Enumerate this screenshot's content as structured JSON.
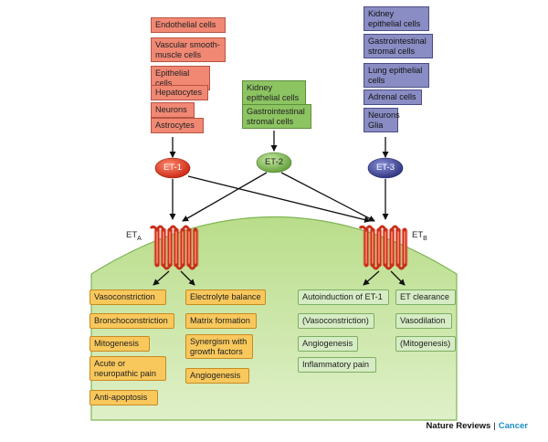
{
  "left_sources": [
    "Endothelial cells",
    "Vascular smooth-muscle cells",
    "Epithelial cells",
    "Hepatocytes",
    "Neurons",
    "Astrocytes"
  ],
  "middle_sources": [
    "Kidney epithelial cells",
    "Gastrointestinal stromal cells"
  ],
  "right_sources": [
    "Kidney epithelial cells",
    "Gastrointestinal stromal cells",
    "Lung epithelial cells",
    "Adrenal cells",
    "Neurons Glia"
  ],
  "ligands": {
    "et1": "ET-1",
    "et2": "ET-2",
    "et3": "ET-3"
  },
  "receptors": {
    "a_base": "ET",
    "a_sub": "A",
    "b_base": "ET",
    "b_sub": "B"
  },
  "eta_effects_col1": [
    "Vasoconstriction",
    "Bronchoconstriction",
    "Mitogenesis",
    "Acute or neuropathic pain",
    "Anti-apoptosis"
  ],
  "eta_effects_col2": [
    "Electrolyte balance",
    "Matrix formation",
    "Synergism with growth factors",
    "Angiogenesis"
  ],
  "etb_effects_col1": [
    "Autoinduction of ET-1",
    "(Vasoconstriction)",
    "Angiogenesis",
    "Inflammatory pain"
  ],
  "etb_effects_col2": [
    "ET clearance",
    "Vasodilation",
    "(Mitogenesis)"
  ],
  "credit": {
    "journal": "Nature Reviews",
    "section": "Cancer"
  },
  "colors": {
    "red": "#f08874",
    "green": "#8dc462",
    "blue": "#8a8dc4",
    "yellow": "#f8c85c",
    "light_green": "#d6ecc4",
    "receptor": "#e8452a"
  }
}
